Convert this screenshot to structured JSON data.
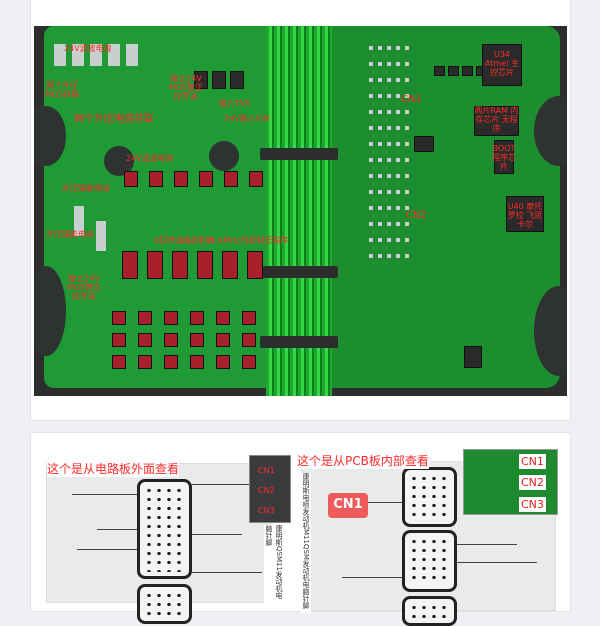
{
  "top_image": {
    "labels": [
      "24V滤波电容",
      "两个升压MOS并联",
      "两个升压电感并联",
      "独立24V MOS管正控开关",
      "输入TVS",
      "24V输入VIN",
      "U34 Atmel 主控芯片",
      "两片RAM 内存芯片 无程序",
      "BOOT 程序芯片",
      "U40 摩托罗拉 飞思卡尔",
      "CN1",
      "CN2",
      "升压储能电容",
      "升压储能电容",
      "6缸喷油嘴控制器 AMI公司控制无程序",
      "独立24V MOS管正控开关",
      "24V滤波电容"
    ]
  },
  "bottom_image": {
    "caption_left": "这个是从电路板外面查看",
    "caption_right": "这个是从PCB板内部查看",
    "badge": "CN1",
    "photo_labels": [
      "CN1",
      "CN2",
      "CN3"
    ],
    "inset_labels": [
      "CN1",
      "CN2",
      "CN3"
    ],
    "vertical_left": "康明斯QSM11发动机电脑针脚",
    "vertical_right": "康明斯电喷发动机M11QSM发动机电脑针脚"
  }
}
